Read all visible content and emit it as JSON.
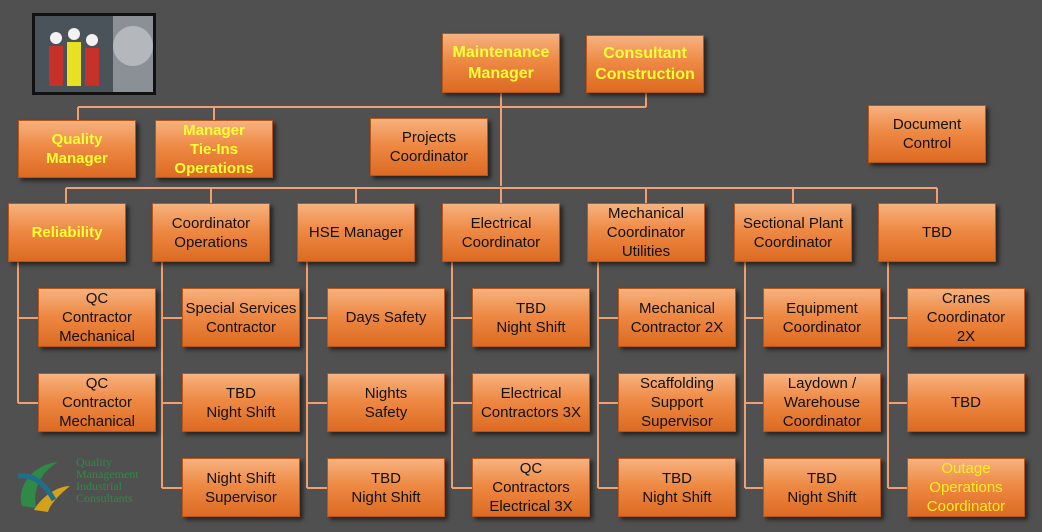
{
  "top": {
    "maintenance_manager": "Maintenance\nManager",
    "consultant_construction": "Consultant\nConstruction"
  },
  "second_row": {
    "quality_manager": "Quality\nManager",
    "manager_tie_ins": "Manager\nTie-Ins\nOperations",
    "projects_coordinator": "Projects\nCoordinator",
    "document_control": "Document\nControl"
  },
  "departments": [
    {
      "title": "Reliability",
      "children": [
        "QC\nContractor\nMechanical",
        "QC\nContractor\nMechanical"
      ]
    },
    {
      "title": "Coordinator\nOperations",
      "children": [
        "Special Services\nContractor",
        "TBD\nNight Shift",
        "Night Shift\nSupervisor"
      ]
    },
    {
      "title": "HSE Manager",
      "children": [
        "Days Safety",
        "Nights\nSafety",
        "TBD\nNight Shift"
      ]
    },
    {
      "title": "Electrical\nCoordinator",
      "children": [
        "TBD\nNight Shift",
        "Electrical\nContractors 3X",
        "QC\nContractors\nElectrical 3X"
      ]
    },
    {
      "title": "Mechanical\nCoordinator\nUtilities",
      "children": [
        "Mechanical\nContractor 2X",
        "Scaffolding\nSupport\nSupervisor",
        "TBD\nNight Shift"
      ]
    },
    {
      "title": "Sectional Plant\nCoordinator",
      "children": [
        "Equipment\nCoordinator",
        "Laydown /\nWarehouse\nCoordinator",
        "TBD\nNight Shift"
      ]
    },
    {
      "title": "TBD",
      "children": [
        "Cranes\nCoordinator\n2X",
        "TBD",
        "Outage\nOperations\nCoordinator"
      ]
    }
  ],
  "logo": {
    "text": "Quality\nManagement\nIndustrial\nConsultants",
    "colors": {
      "green": "#2e8a46",
      "gold": "#d4a21a",
      "teal": "#1f6f8b"
    }
  },
  "colors": {
    "background": "#505050",
    "box": "#ee8a45",
    "line": "#f0a070",
    "highlight_text": "#ffff33"
  }
}
